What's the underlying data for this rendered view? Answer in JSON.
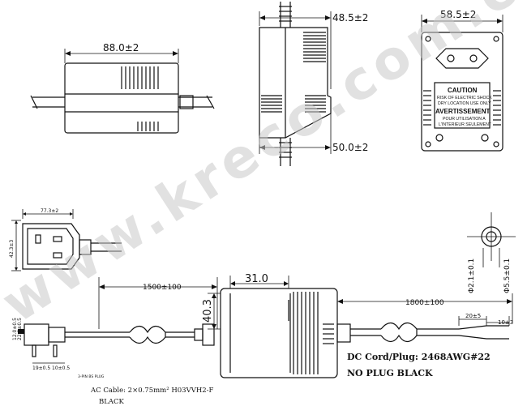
{
  "dimensions": {
    "top_width": "88.0±2",
    "side_depth": "48.5±2",
    "side_height": "50.0±2",
    "face_width": "58.5±2",
    "socket_width": "77.3±2",
    "socket_height": "42.3±3",
    "ac_cable_length": "1500±100",
    "body_length": "31.0",
    "body_height": "40.3",
    "dc_cable_length": "1800±100",
    "strip_length": "20±5",
    "tip_length": "10±3",
    "plug_inner_dia": "Φ2.1±0.1",
    "plug_outer_dia": "Φ5.5±0.1",
    "pin_label_a": "12.0±0.5",
    "pin_label_b": "22.0±0.5",
    "pin_label_c": "19±0.5",
    "pin_label_d": "10±0.5"
  },
  "caution_label": {
    "title": "CAUTION",
    "line1": "RISK OF ELECTRIC SHOCK",
    "line2": "DRY LOCATION USE ONLY",
    "title2": "AVERTISSEMENT",
    "line3": "POUR UTILISATION A",
    "line4": "L'INTERIEUR SEULEMENT"
  },
  "annotations": {
    "dc_cord": "DC Cord/Plug: 2468AWG#22",
    "no_plug": "NO PLUG  BLACK",
    "ac_cable": "AC Cable: 2×0.75mm² H03VVH2-F",
    "ac_color": "BLACK",
    "pin_note": "3-PIN BS PLUG"
  },
  "watermark": "www.kreco.com.cn"
}
